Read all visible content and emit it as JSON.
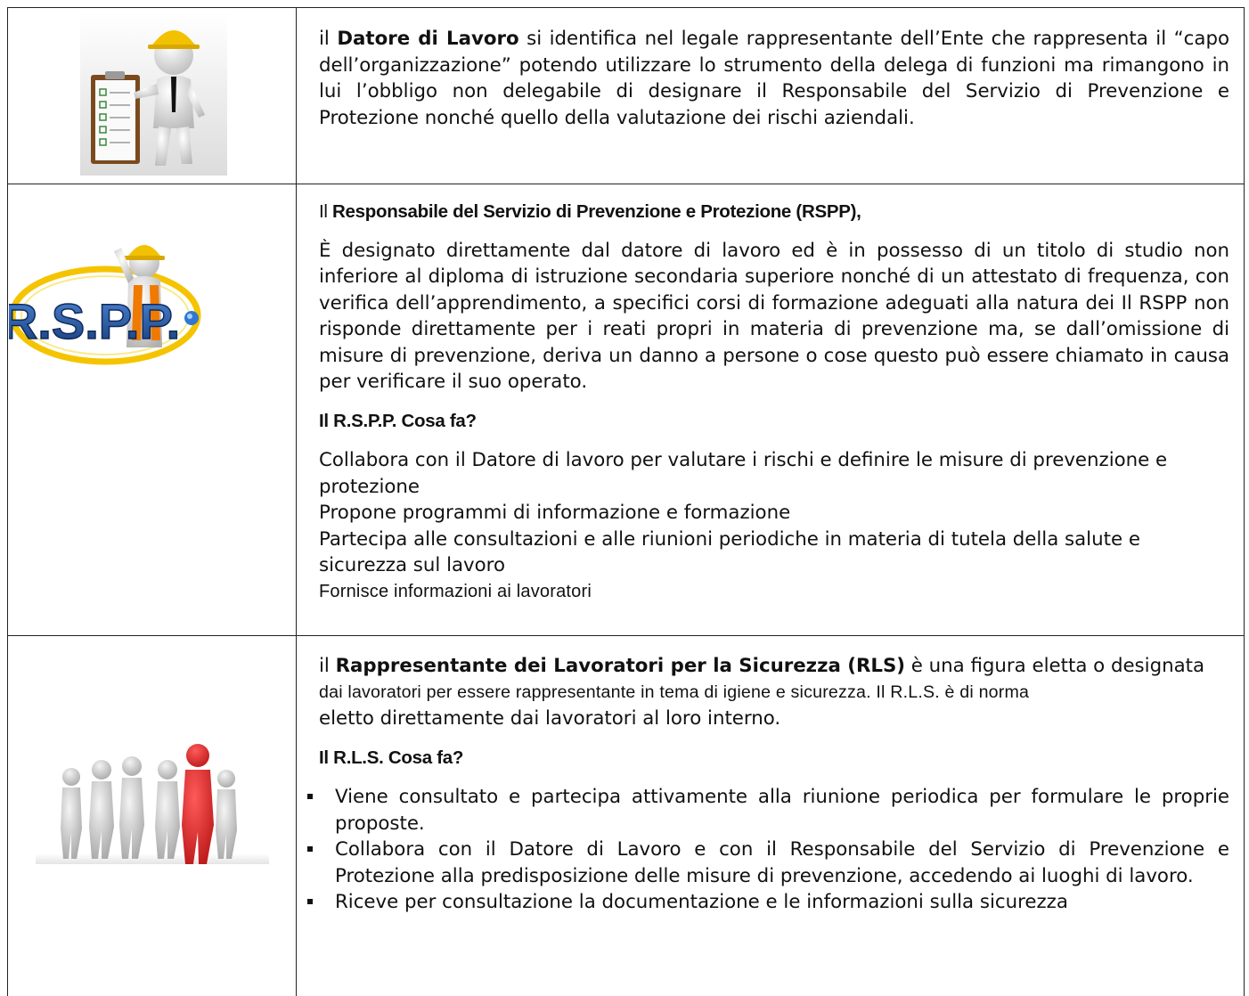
{
  "rows": [
    {
      "image": "worker-clipboard-checklist-image",
      "intro_prefix": "il ",
      "intro_bold": "Datore di Lavoro",
      "intro_rest": " si identifica nel legale rappresentante dell’Ente che rappresenta il “capo dell’organizzazione” potendo utilizzare lo strumento della delega di funzioni ma rimangono in lui l’obbligo non delegabile di designare il Responsabile del Servizio di Prevenzione e Protezione nonché quello della valutazione dei rischi aziendali."
    },
    {
      "image": "rspp-logo-image",
      "logo_text": "R.S.P.P.",
      "title_prefix": "Il ",
      "title_bold": "Responsabile del Servizio di Prevenzione e Protezione (RSPP),",
      "paragraph": "È designato direttamente dal datore di lavoro ed è in possesso di un titolo di studio non inferiore al diploma di istruzione secondaria superiore nonché di un attestato di frequenza, con verifica dell’apprendimento, a specifici corsi di formazione adeguati alla natura dei Il RSPP non risponde direttamente per i reati propri in materia di prevenzione ma, se dall’omissione di misure di prevenzione, deriva un danno a persone o cose questo può essere chiamato in causa per verificare il suo operato.",
      "question": "Il R.S.P.P. Cosa fa?",
      "lines": [
        "Collabora con il Datore di lavoro per valutare i rischi e definire le misure di prevenzione e protezione",
        "Propone programmi di informazione e formazione",
        "Partecipa alle consultazioni e alle riunioni periodiche in materia di tutela della salute e sicurezza sul lavoro"
      ],
      "last_line": "Fornisce informazioni ai lavoratori"
    },
    {
      "image": "group-of-workers-image",
      "intro_prefix": "il ",
      "intro_bold": "Rappresentante dei Lavoratori per la Sicurezza (RLS)",
      "intro_rest": " è una figura eletta o designata",
      "intro_small": "dai lavoratori per essere rappresentante in tema di igiene e sicurezza. Il R.L.S. è di norma",
      "intro_end": "eletto direttamente dai lavoratori al loro interno.",
      "question": "Il R.L.S. Cosa fa?",
      "bullets": [
        "Viene consultato e partecipa attivamente alla riunione periodica per formulare le proprie proposte.",
        "Collabora con il Datore di Lavoro e con il Responsabile del Servizio di Prevenzione e Protezione alla predisposizione delle misure di prevenzione, accedendo ai luoghi di lavoro.",
        "Riceve per consultazione la documentazione e le informazioni sulla sicurezza"
      ]
    }
  ],
  "colors": {
    "border": "#222222",
    "helmet": "#f2c200",
    "red_figure": "#d81e1e",
    "logo_blue": "#1e4f9c",
    "logo_ring": "#f5c400"
  }
}
